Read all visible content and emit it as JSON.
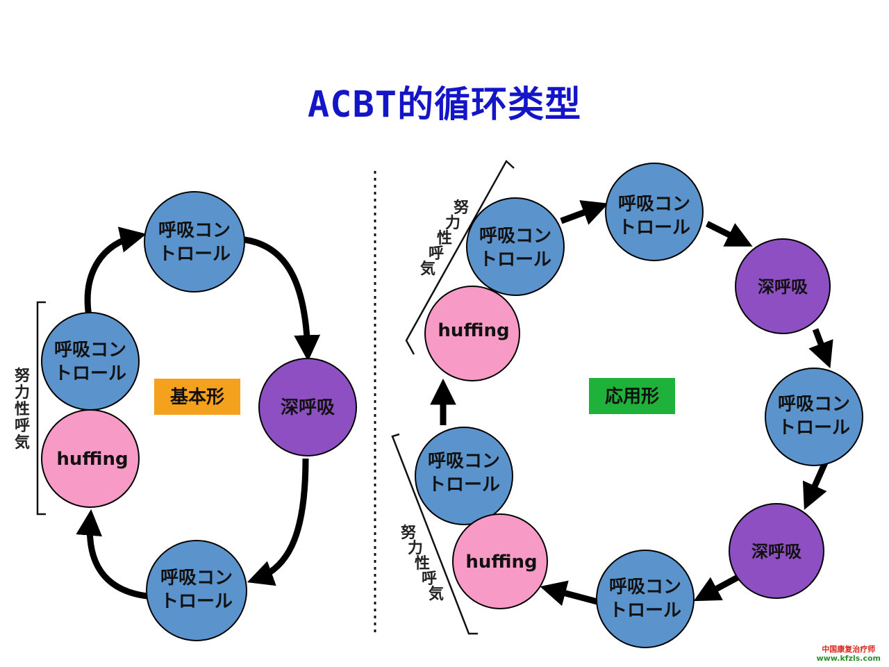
{
  "title": "ACBT的循环类型",
  "colors": {
    "title": "#1515c8",
    "control_node": "#5b94cc",
    "deep_node": "#8e4fc2",
    "huffing_node": "#f79ac6",
    "basic_tag": "#f4a11e",
    "applied_tag": "#1eb23a",
    "arrow": "#000000"
  },
  "labels": {
    "control": "呼吸コントロール",
    "control_line1": "呼吸コン",
    "control_line2": "トロール",
    "deep": "深呼吸",
    "huffing": "huffing",
    "forced_expiration": "努力性呼気",
    "forced_expiration_chars": [
      "努",
      "力",
      "性",
      "呼",
      "気"
    ]
  },
  "basic": {
    "tag": "基本形",
    "sequence": [
      "呼吸コントロール",
      "深呼吸",
      "呼吸コントロール",
      "huffing",
      "呼吸コントロール"
    ]
  },
  "applied": {
    "tag": "応用形",
    "sequence": [
      "呼吸コントロール",
      "深呼吸",
      "呼吸コントロール",
      "深呼吸",
      "呼吸コントロール",
      "huffing",
      "呼吸コントロール",
      "huffing",
      "呼吸コントロール"
    ]
  },
  "watermark": {
    "line1": "中国康复治疗师",
    "line2": "www.kfzls.com"
  }
}
